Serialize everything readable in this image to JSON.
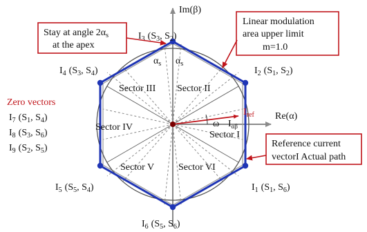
{
  "axes": {
    "im_label": "Im(β)",
    "re_label": "Re(α)"
  },
  "vectors": {
    "i1": {
      "name": "I",
      "sub": "1",
      "switches": "(S",
      "s_a": "1",
      "s_b": "6",
      "close": ")"
    },
    "i2": {
      "name": "I",
      "sub": "2",
      "switches": "(S",
      "s_a": "1",
      "s_b": "2",
      "close": ")"
    },
    "i3": {
      "name": "I",
      "sub": "3",
      "switches": "(S",
      "s_a": "3",
      "s_b": "2",
      "close": ")"
    },
    "i4": {
      "name": "I",
      "sub": "4",
      "switches": "(S",
      "s_a": "3",
      "s_b": "4",
      "close": ")"
    },
    "i5": {
      "name": "I",
      "sub": "5",
      "switches": "(S",
      "s_a": "5",
      "s_b": "4",
      "close": ")"
    },
    "i6": {
      "name": "I",
      "sub": "6",
      "switches": "(S",
      "s_a": "5",
      "s_b": "6",
      "close": ")"
    }
  },
  "sectors": {
    "s1": "Sector I",
    "s2": "Sector II",
    "s3": "Sector III",
    "s4": "Sector IV",
    "s5": "Sector V",
    "s6": "Sector VI"
  },
  "zero_vectors": {
    "title": "Zero vectors",
    "items": [
      {
        "name": "I",
        "sub": "7",
        "s_a": "1",
        "s_b": "4"
      },
      {
        "name": "I",
        "sub": "8",
        "s_a": "3",
        "s_b": "6"
      },
      {
        "name": "I",
        "sub": "9",
        "s_a": "2",
        "s_b": "5"
      }
    ]
  },
  "callouts": {
    "apex_line1": "Stay at angle 2α",
    "apex_sub": "s",
    "apex_line2": "at the apex",
    "linear_line1": "Linear modulation",
    "linear_line2": "area upper limit",
    "linear_line3": "m=1.0",
    "ref_line1": "Reference current",
    "ref_line2": "vectorI Actual path"
  },
  "symbols": {
    "alpha": "α",
    "alpha_sub": "s",
    "i_ref": "I",
    "i_ref_sub": "ref",
    "i_ab": "I",
    "i_ab_sub": "αβ",
    "omega": "ω"
  },
  "colors": {
    "path": "#1f35b5",
    "callout": "#c0141a",
    "grid": "#8a8a8a"
  }
}
